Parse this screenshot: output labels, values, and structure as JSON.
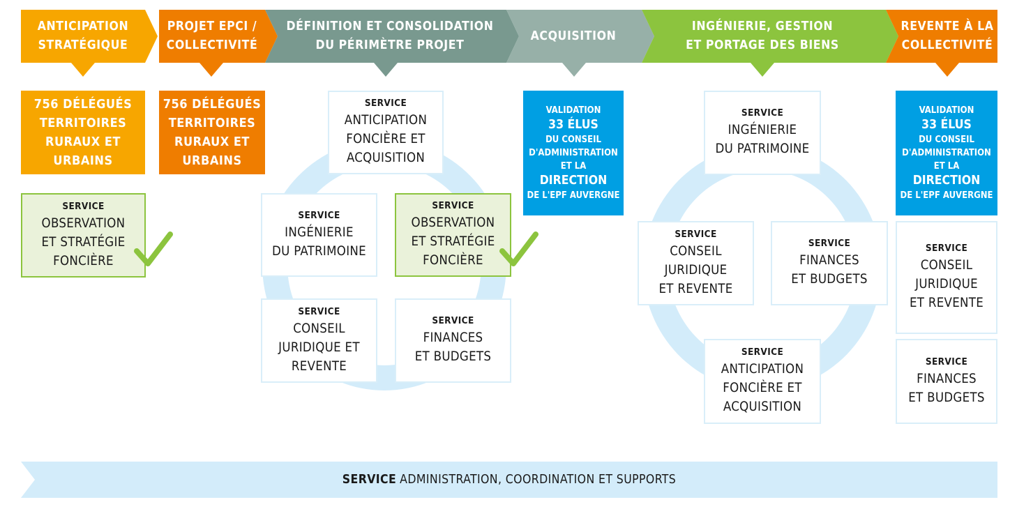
{
  "colors": {
    "orange_light": "#f7a600",
    "orange_dark": "#ef7d00",
    "gray_dark": "#79998f",
    "gray_light": "#97b0a8",
    "green": "#8cc43e",
    "blue": "#009fe3",
    "light_blue": "#d3ecfa"
  },
  "stages": [
    {
      "label": "ANTICIPATION\nSTRATÉGIQUE"
    },
    {
      "label": "PROJET EPCI /\nCOLLECTIVITÉ"
    },
    {
      "label": "DÉFINITION ET CONSOLIDATION\nDU PÉRIMÈTRE PROJET"
    },
    {
      "label": "ACQUISITION"
    },
    {
      "label": "INGÉNIERIE, GESTION\nET PORTAGE DES BIENS"
    },
    {
      "label": "REVENTE À LA\nCOLLECTIVITÉ"
    }
  ],
  "delegates": {
    "label": "756 DÉLÉGUÉS\nTERRITOIRES\nRURAUX ET\nURBAINS"
  },
  "service_prefix": "SERVICE",
  "services": {
    "observation": "OBSERVATION\nET STRATÉGIE\nFONCIÈRE",
    "anticipation": "ANTICIPATION\nFONCIÈRE ET\nACQUISITION",
    "ingenierie": "INGÉNIERIE\nDU PATRIMOINE",
    "conseil_a": "CONSEIL\nJURIDIQUE ET\nREVENTE",
    "conseil_b": "CONSEIL\nJURIDIQUE\nET REVENTE",
    "finances": "FINANCES\nET BUDGETS"
  },
  "validation": {
    "line1": "VALIDATION",
    "line2": "33 ÉLUS",
    "line3": "DU CONSEIL",
    "line4": "D'ADMINISTRATION",
    "line5": "ET LA",
    "line6": "DIRECTION",
    "line7": "DE L'EPF AUVERGNE"
  },
  "footer": {
    "bold": "SERVICE",
    "rest": "ADMINISTRATION, COORDINATION ET SUPPORTS"
  },
  "icons": {
    "check": "check-icon"
  }
}
